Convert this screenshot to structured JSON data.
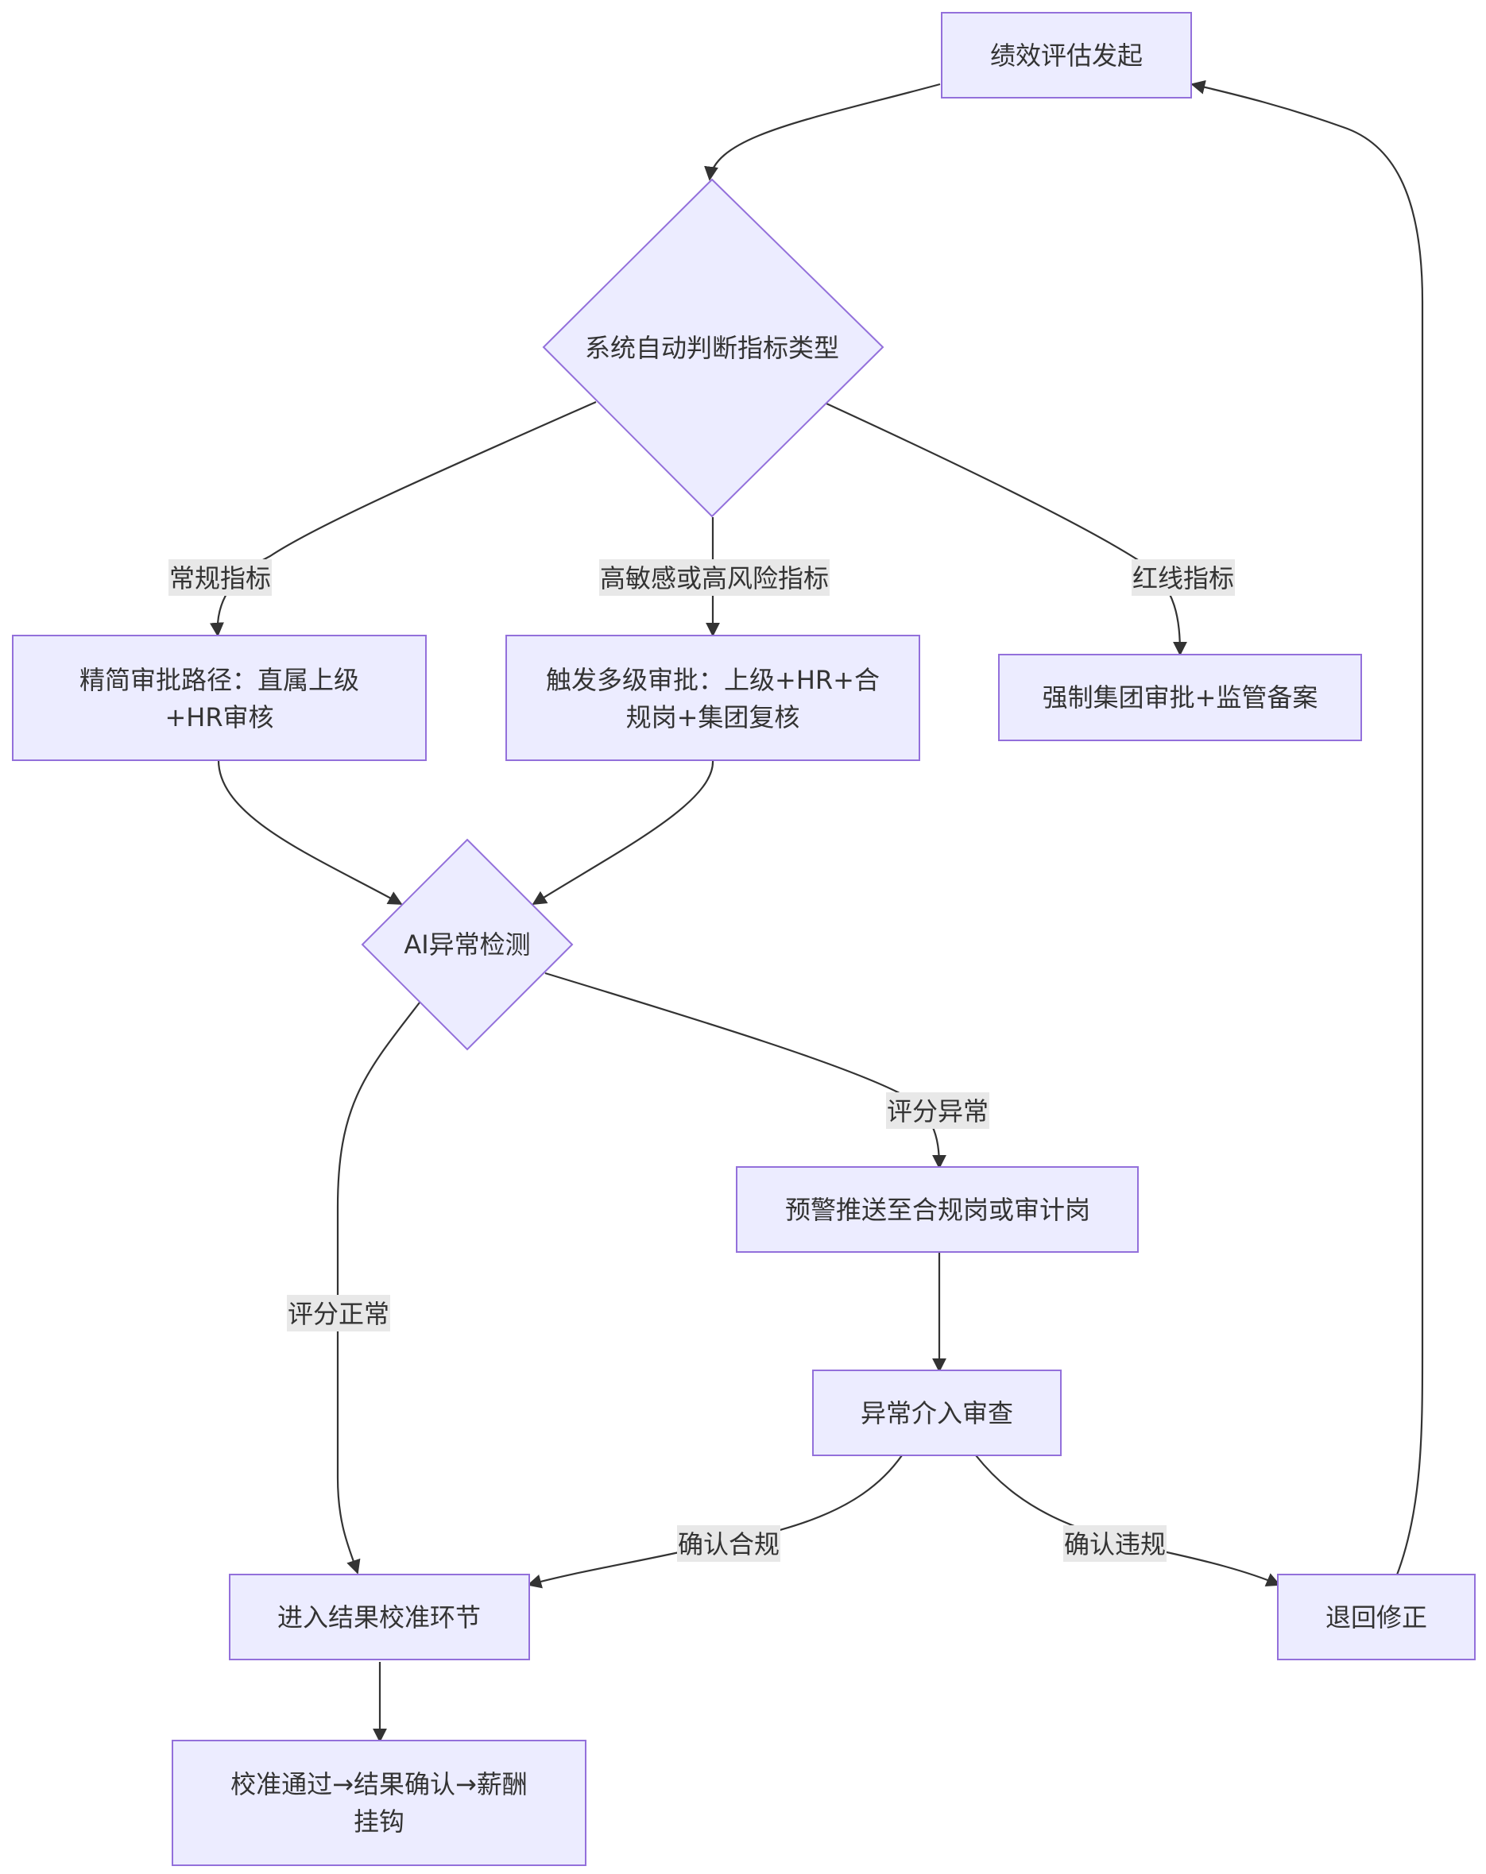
{
  "nodes": {
    "start": "绩效评估发起",
    "decision_type": "系统自动判断指标类型",
    "regular_path_line1": "精简审批路径：直属上级",
    "regular_path_line2": "+HR审核",
    "multi_level_line1": "触发多级审批：上级+HR+合",
    "multi_level_line2": "规岗+集团复核",
    "redline": "强制集团审批+监管备案",
    "ai_check": "AI异常检测",
    "alert": "预警推送至合规岗或审计岗",
    "intervene": "异常介入审查",
    "calibration": "进入结果校准环节",
    "return_fix": "退回修正",
    "final_line1": "校准通过→结果确认→薪酬",
    "final_line2": "挂钩"
  },
  "edge_labels": {
    "regular": "常规指标",
    "high_risk": "高敏感或高风险指标",
    "redline": "红线指标",
    "score_normal": "评分正常",
    "score_abnormal": "评分异常",
    "confirm_compliant": "确认合规",
    "confirm_violation": "确认违规"
  }
}
